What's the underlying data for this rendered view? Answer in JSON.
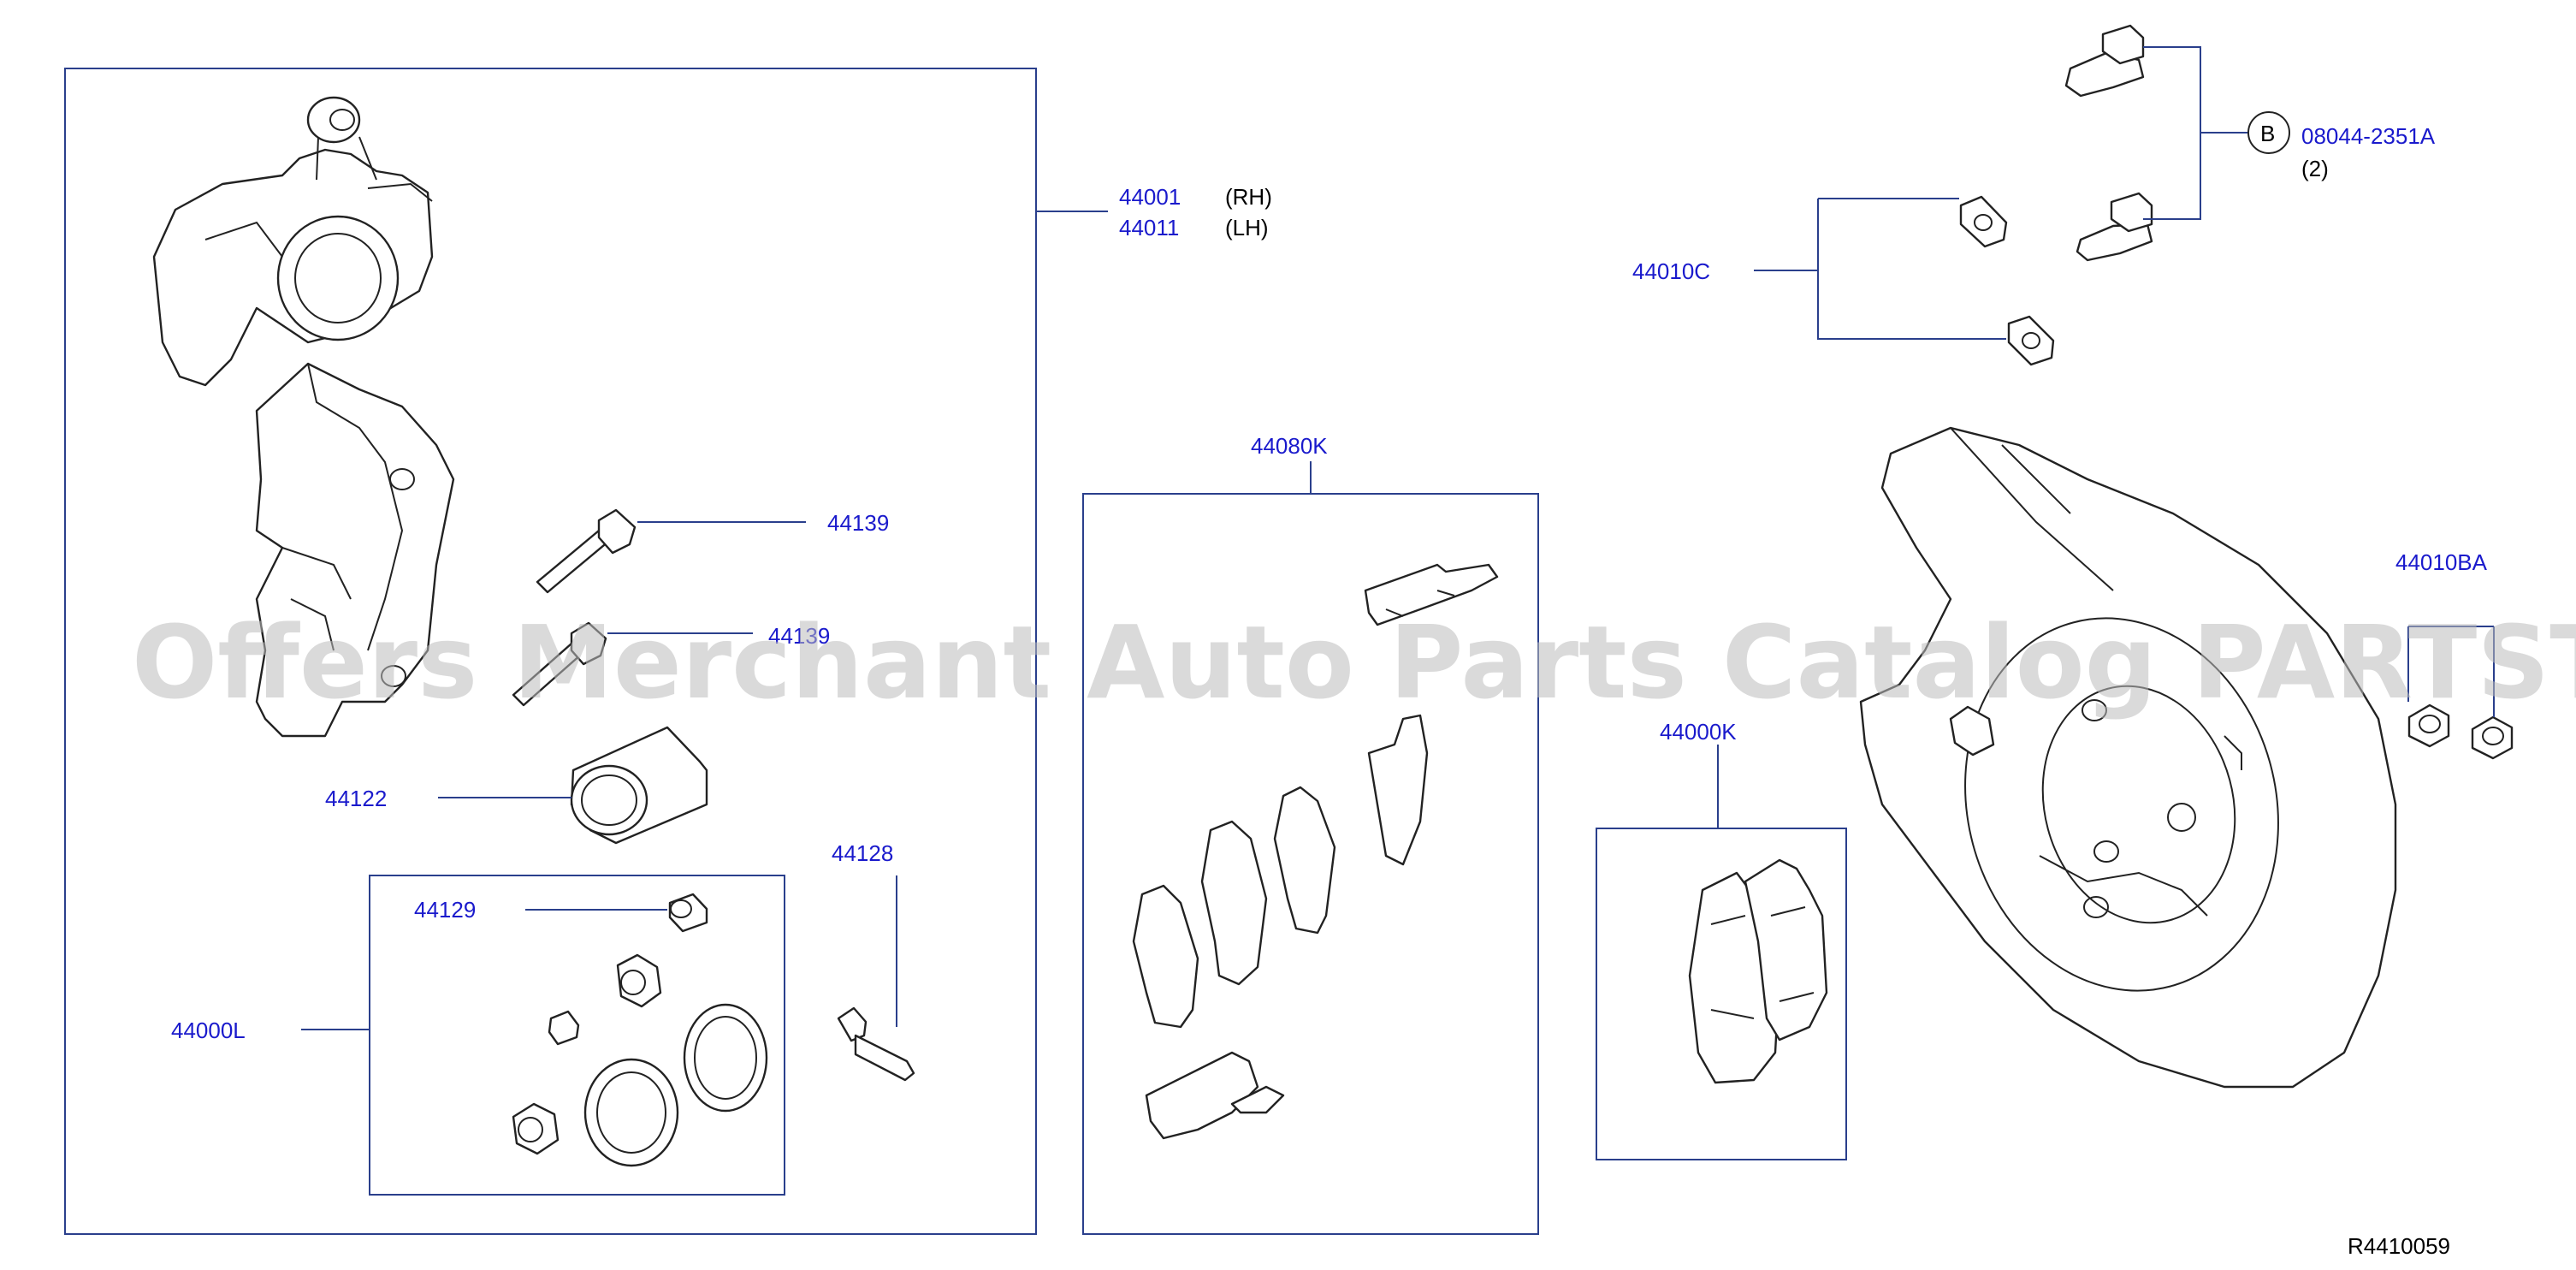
{
  "diagram_id": "R4410059",
  "watermark": "Offers Merchant Auto Parts Catalog PARTSTORE.SA",
  "parts": {
    "caliper_rh": {
      "number": "44001",
      "side": "(RH)"
    },
    "caliper_lh": {
      "number": "44011",
      "side": "(LH)"
    },
    "pin_bolt_upper": "44139",
    "pin_bolt_lower": "44139",
    "piston": "44122",
    "bleeder": "44128",
    "boot": "44129",
    "seal_kit": "44000L",
    "pad_hardware_kit": "44080K",
    "pad_kit": "44000K",
    "backing_plate_washer": "44010C",
    "plug": "44010BA",
    "bolt": {
      "marker": "B",
      "number": "08044-2351A",
      "qty": "(2)"
    }
  },
  "colors": {
    "label": "#1a1acc",
    "frame": "#2a3f8c",
    "part_outline": "#222222",
    "watermark": "#bdbdbd"
  }
}
